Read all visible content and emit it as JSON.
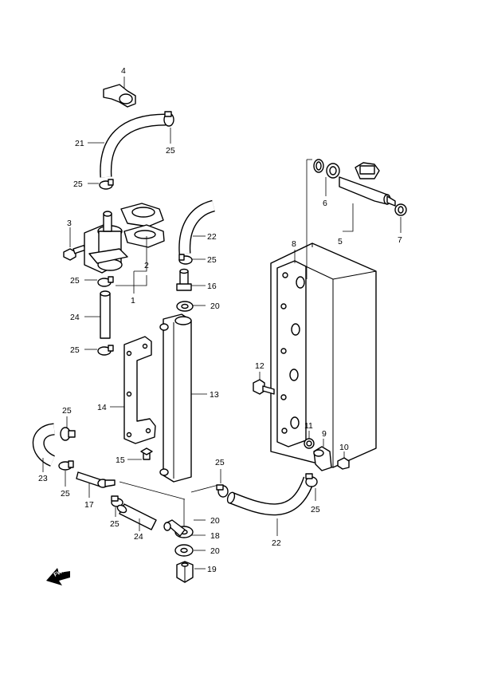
{
  "diagram": {
    "callouts": {
      "c1": "1",
      "c2": "2",
      "c3": "3",
      "c4": "4",
      "c5": "5",
      "c6": "6",
      "c7": "7",
      "c8": "8",
      "c9": "9",
      "c10": "10",
      "c11": "11",
      "c12": "12",
      "c13": "13",
      "c14": "14",
      "c15": "15",
      "c16": "16",
      "c17": "17",
      "c18": "18",
      "c19": "19",
      "c20a": "20",
      "c20b": "20",
      "c20c": "20",
      "c21": "21",
      "c22a": "22",
      "c22b": "22",
      "c23": "23",
      "c24a": "24",
      "c24b": "24",
      "c25a": "25",
      "c25b": "25",
      "c25c": "25",
      "c25d": "25",
      "c25e": "25",
      "c25f": "25",
      "c25g": "25",
      "c25h": "25",
      "c25i": "25",
      "c25j": "25"
    },
    "fwd_label": "FWD"
  }
}
